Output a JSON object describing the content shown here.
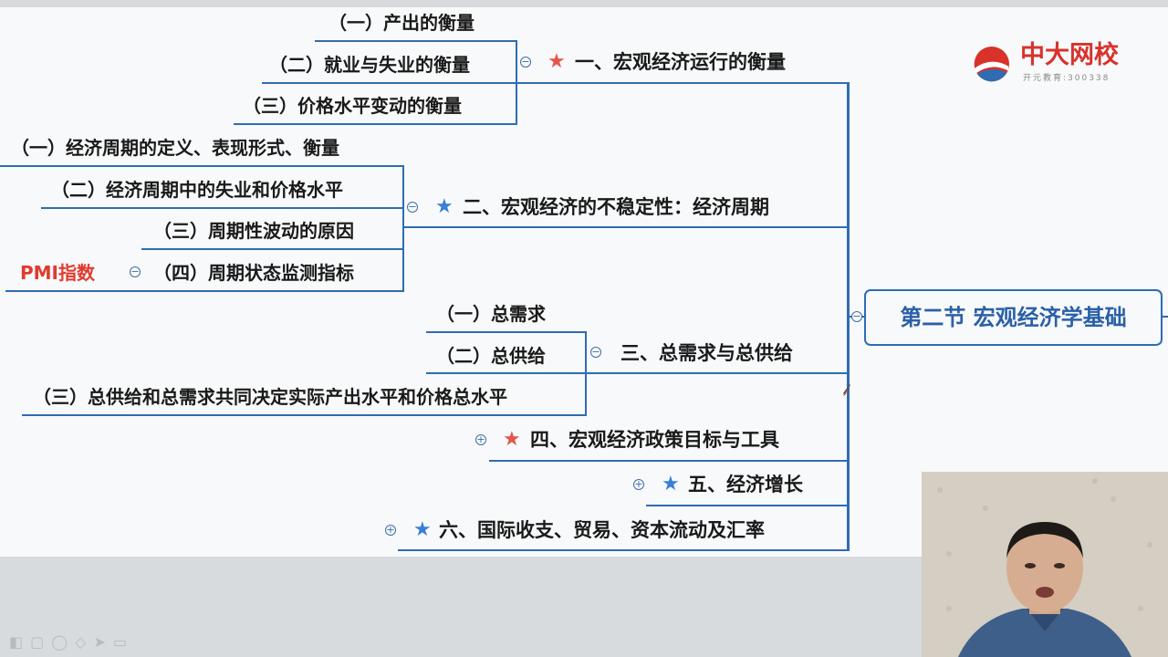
{
  "root": {
    "label": "第二节 宏观经济学基础"
  },
  "logo": {
    "name": "中大网校",
    "sub": "开元教育:300338"
  },
  "branches": [
    {
      "label": "一、宏观经济运行的衡量",
      "star": "red",
      "expanded": true,
      "children": [
        "（一）产出的衡量",
        "（二）就业与失业的衡量",
        "（三）价格水平变动的衡量"
      ]
    },
    {
      "label": "二、宏观经济的不稳定性：经济周期",
      "star": "blue",
      "expanded": true,
      "children": [
        "（一）经济周期的定义、表现形式、衡量",
        "（二）经济周期中的失业和价格水平",
        "（三）周期性波动的原因",
        "（四）周期状态监测指标"
      ]
    },
    {
      "label": "三、总需求与总供给",
      "star": "none",
      "expanded": true,
      "children": [
        "（一）总需求",
        "（二）总供给",
        "（三）总供给和总需求共同决定实际产出水平和价格总水平"
      ]
    },
    {
      "label": "四、宏观经济政策目标与工具",
      "star": "red",
      "expanded": false
    },
    {
      "label": "五、经济增长",
      "star": "blue",
      "expanded": false
    },
    {
      "label": "六、国际收支、贸易、资本流动及汇率",
      "star": "blue",
      "expanded": false
    }
  ],
  "pmi_label": "PMI指数",
  "icons": {
    "star": "star-icon",
    "collapse": "collapse-icon",
    "expand": "expand-icon"
  },
  "colors": {
    "line": "#2f6cb3",
    "star_red": "#e5554b",
    "star_blue": "#3a7fd6",
    "pmi": "#e23a2e",
    "logo": "#d8322b"
  }
}
